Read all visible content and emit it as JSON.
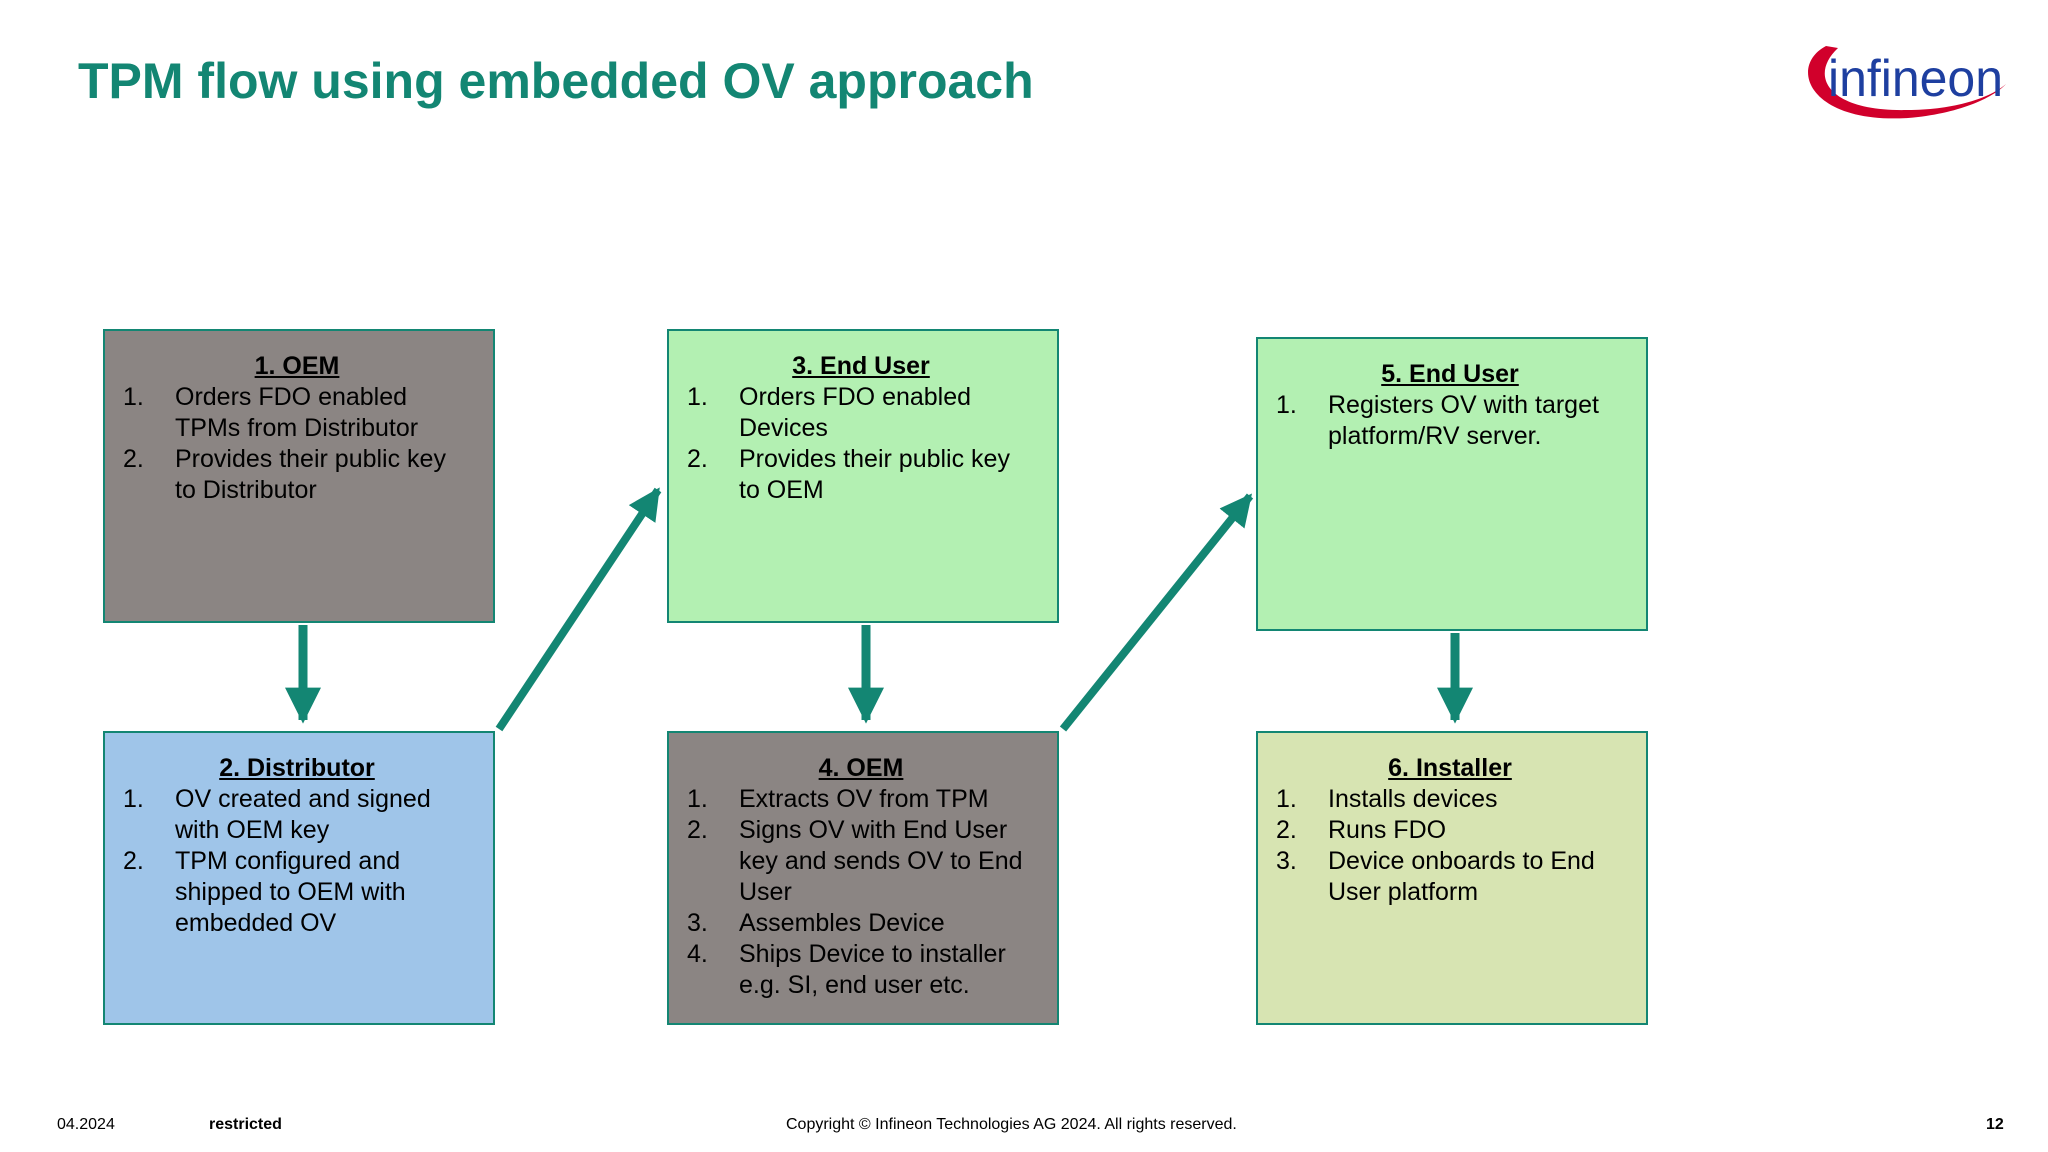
{
  "slide": {
    "title": "TPM flow using embedded OV approach",
    "logo_text": "infineon"
  },
  "boxes": [
    {
      "title": "1. OEM",
      "items": [
        {
          "num": "1.",
          "lines": [
            "Orders FDO enabled",
            "TPMs from Distributor"
          ]
        },
        {
          "num": "2.",
          "lines": [
            "Provides their public key",
            "to Distributor"
          ]
        }
      ]
    },
    {
      "title": "2. Distributor",
      "items": [
        {
          "num": "1.",
          "lines": [
            "OV created and signed",
            "with OEM key"
          ]
        },
        {
          "num": "2.",
          "lines": [
            "TPM configured and",
            "shipped to OEM with",
            "embedded OV"
          ]
        }
      ]
    },
    {
      "title": "3. End User",
      "items": [
        {
          "num": "1.",
          "lines": [
            "Orders FDO enabled",
            "Devices"
          ]
        },
        {
          "num": "2.",
          "lines": [
            "Provides their public key",
            "to OEM"
          ]
        }
      ]
    },
    {
      "title": "4. OEM",
      "items": [
        {
          "num": "1.",
          "lines": [
            "Extracts OV from TPM"
          ]
        },
        {
          "num": "2.",
          "lines": [
            "Signs OV with End User",
            "key and sends OV to End",
            "User"
          ]
        },
        {
          "num": "3.",
          "lines": [
            "Assembles Device"
          ]
        },
        {
          "num": "4.",
          "lines": [
            "Ships Device to installer",
            "e.g. SI, end user etc."
          ]
        }
      ]
    },
    {
      "title": "5. End User",
      "items": [
        {
          "num": "1.",
          "lines": [
            "Registers OV with target",
            "platform/RV server."
          ]
        }
      ]
    },
    {
      "title": "6. Installer",
      "items": [
        {
          "num": "1.",
          "lines": [
            "Installs devices"
          ]
        },
        {
          "num": "2.",
          "lines": [
            "Runs FDO"
          ]
        },
        {
          "num": "3.",
          "lines": [
            "Device onboards to End",
            "User platform"
          ]
        }
      ]
    }
  ],
  "footer": {
    "date": "04.2024",
    "classification": "restricted",
    "copyright": "Copyright © Infineon Technologies AG 2024. All rights reserved.",
    "page_number": "12"
  },
  "colors": {
    "accent": "#138673",
    "oem_box": "#8b8583",
    "end_user_box": "#b3f0b2",
    "distributor_box": "#9fc5e9",
    "installer_box": "#d7e4b2",
    "logo_red": "#d1002b",
    "logo_blue": "#1e3fa0"
  }
}
